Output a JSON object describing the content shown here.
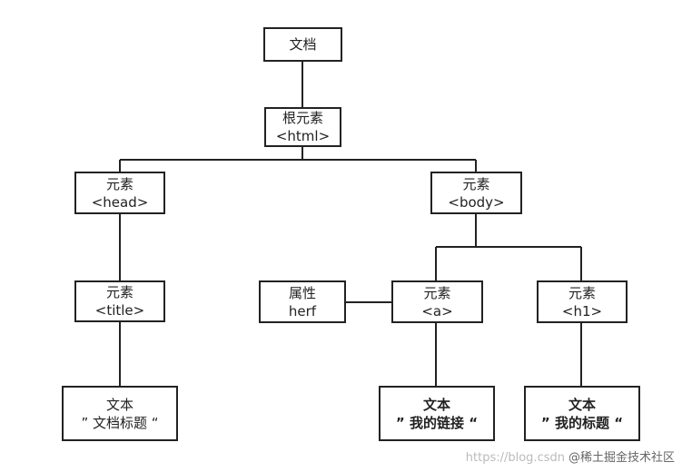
{
  "diagram": {
    "document": "文档",
    "root": {
      "line1": "根元素",
      "line2": "<html>"
    },
    "head": {
      "line1": "元素",
      "line2": "<head>"
    },
    "body": {
      "line1": "元素",
      "line2": "<body>"
    },
    "title": {
      "line1": "元素",
      "line2": "<title>"
    },
    "attribute": {
      "line1": "属性",
      "line2": "herf"
    },
    "a": {
      "line1": "元素",
      "line2": "<a>"
    },
    "h1": {
      "line1": "元素",
      "line2": "<h1>"
    },
    "text_title": {
      "line1": "文本",
      "line2": "” 文档标题 “"
    },
    "text_link": {
      "line1": "文本",
      "line2": "” 我的链接 “"
    },
    "text_heading": {
      "line1": "文本",
      "line2": "” 我的标题 “"
    }
  },
  "watermark": {
    "url": "https://blog.csdn",
    "brand": "@稀土掘金技术社区"
  },
  "colors": {
    "stroke": "#222222",
    "background": "#ffffff"
  }
}
